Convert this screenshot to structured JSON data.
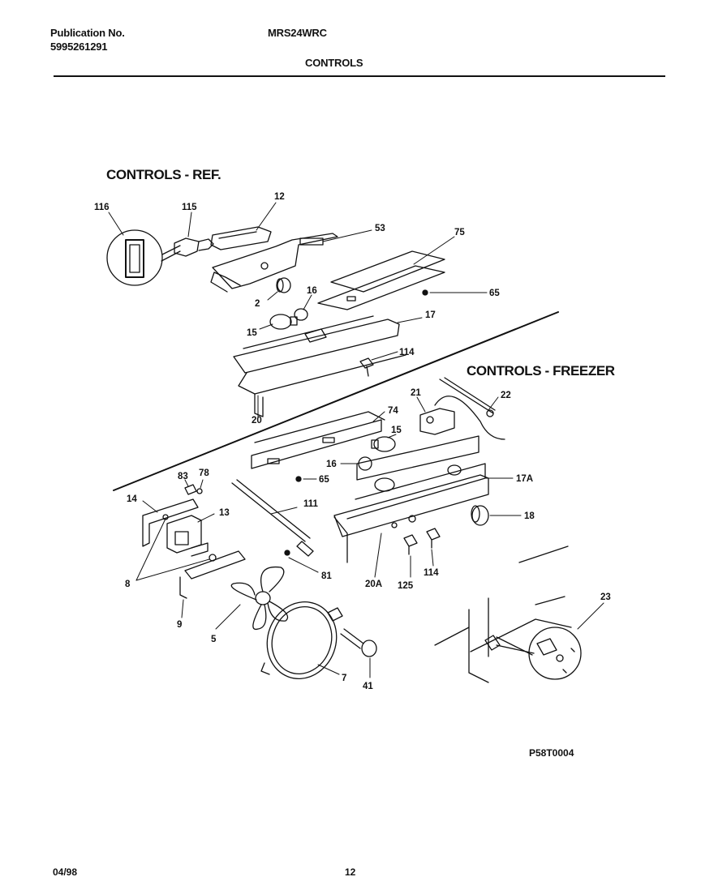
{
  "header": {
    "publication_label": "Publication No.",
    "publication_number": "5995261291",
    "model": "MRS24WRC",
    "section": "CONTROLS"
  },
  "sections": {
    "ref_title": "CONTROLS - REF.",
    "freezer_title": "CONTROLS - FREEZER"
  },
  "callouts": {
    "c116": "116",
    "c115": "115",
    "c12": "12",
    "c53": "53",
    "c75": "75",
    "c2": "2",
    "c16a": "16",
    "c65a": "65",
    "c15a": "15",
    "c17": "17",
    "c114a": "114",
    "c20": "20",
    "c22": "22",
    "c21": "21",
    "c74": "74",
    "c15b": "15",
    "c16b": "16",
    "c65b": "65",
    "c17A": "17A",
    "c83": "83",
    "c78": "78",
    "c14": "14",
    "c13": "13",
    "c111": "111",
    "c18": "18",
    "c8": "8",
    "c81": "81",
    "c20A": "20A",
    "c125": "125",
    "c114b": "114",
    "c9": "9",
    "c5": "5",
    "c23": "23",
    "c7": "7",
    "c41": "41"
  },
  "figure_code": "P58T0004",
  "footer": {
    "date": "04/98",
    "page": "12"
  }
}
